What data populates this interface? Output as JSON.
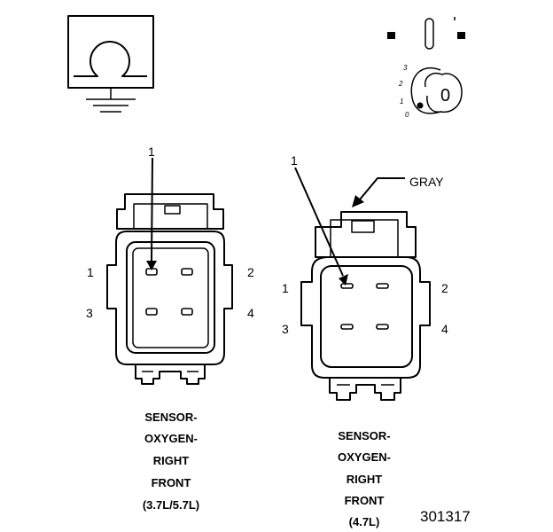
{
  "ohmmeter_symbol": {
    "icon": "ohm-icon",
    "ground_icon": "ground-icon"
  },
  "ignition_key": {
    "icon": "ignition-switch-icon",
    "positions": [
      "3",
      "2",
      "1",
      "0"
    ],
    "key_label": "0"
  },
  "connector_left": {
    "callout": "1",
    "pins": [
      "1",
      "2",
      "3",
      "4"
    ],
    "caption": [
      "SENSOR-",
      "OXYGEN-",
      "RIGHT",
      "FRONT",
      "(3.7L/5.7L)"
    ]
  },
  "connector_right": {
    "callout": "1",
    "color_label": "GRAY",
    "pins": [
      "1",
      "2",
      "3",
      "4"
    ],
    "caption": [
      "SENSOR-",
      "OXYGEN-",
      "RIGHT",
      "FRONT",
      "(4.7L)"
    ]
  },
  "figure_code": "301317"
}
